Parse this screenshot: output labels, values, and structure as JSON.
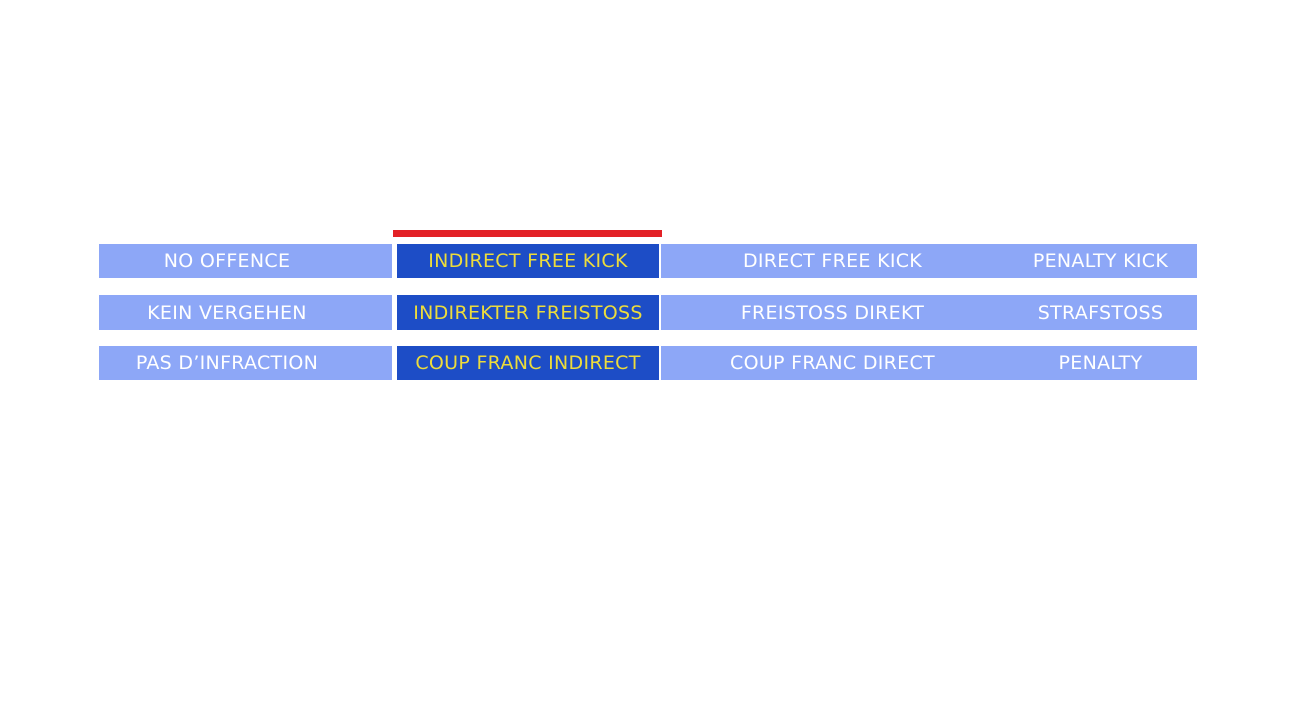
{
  "colors": {
    "background": "#ffffff",
    "option_default_bg": "#8da7f7",
    "option_selected_bg": "#1d4dc6",
    "option_default_text": "#ffffff",
    "option_selected_text": "#eddc3b",
    "indicator_red": "#e32126"
  },
  "indicator": {
    "meaning": "marks the indirect-free-kick answer column",
    "column_index": 1
  },
  "answer_grid": {
    "selected_column_index": 1,
    "rows": [
      {
        "language": "english",
        "cells": [
          {
            "label": "NO OFFENCE",
            "state": "default"
          },
          {
            "label": "INDIRECT FREE KICK",
            "state": "selected"
          },
          {
            "label": "DIRECT FREE KICK",
            "state": "default"
          },
          {
            "label": "PENALTY KICK",
            "state": "default"
          }
        ]
      },
      {
        "language": "german",
        "cells": [
          {
            "label": "KEIN VERGEHEN",
            "state": "default"
          },
          {
            "label": "INDIREKTER FREISTOSS",
            "state": "selected"
          },
          {
            "label": "FREISTOSS DIREKT",
            "state": "default"
          },
          {
            "label": "STRAFSTOSS",
            "state": "default"
          }
        ]
      },
      {
        "language": "french",
        "cells": [
          {
            "label": "PAS D’INFRACTION",
            "state": "default"
          },
          {
            "label": "COUP FRANC INDIRECT",
            "state": "selected"
          },
          {
            "label": "COUP FRANC DIRECT",
            "state": "default"
          },
          {
            "label": "PENALTY",
            "state": "default"
          }
        ]
      }
    ]
  }
}
